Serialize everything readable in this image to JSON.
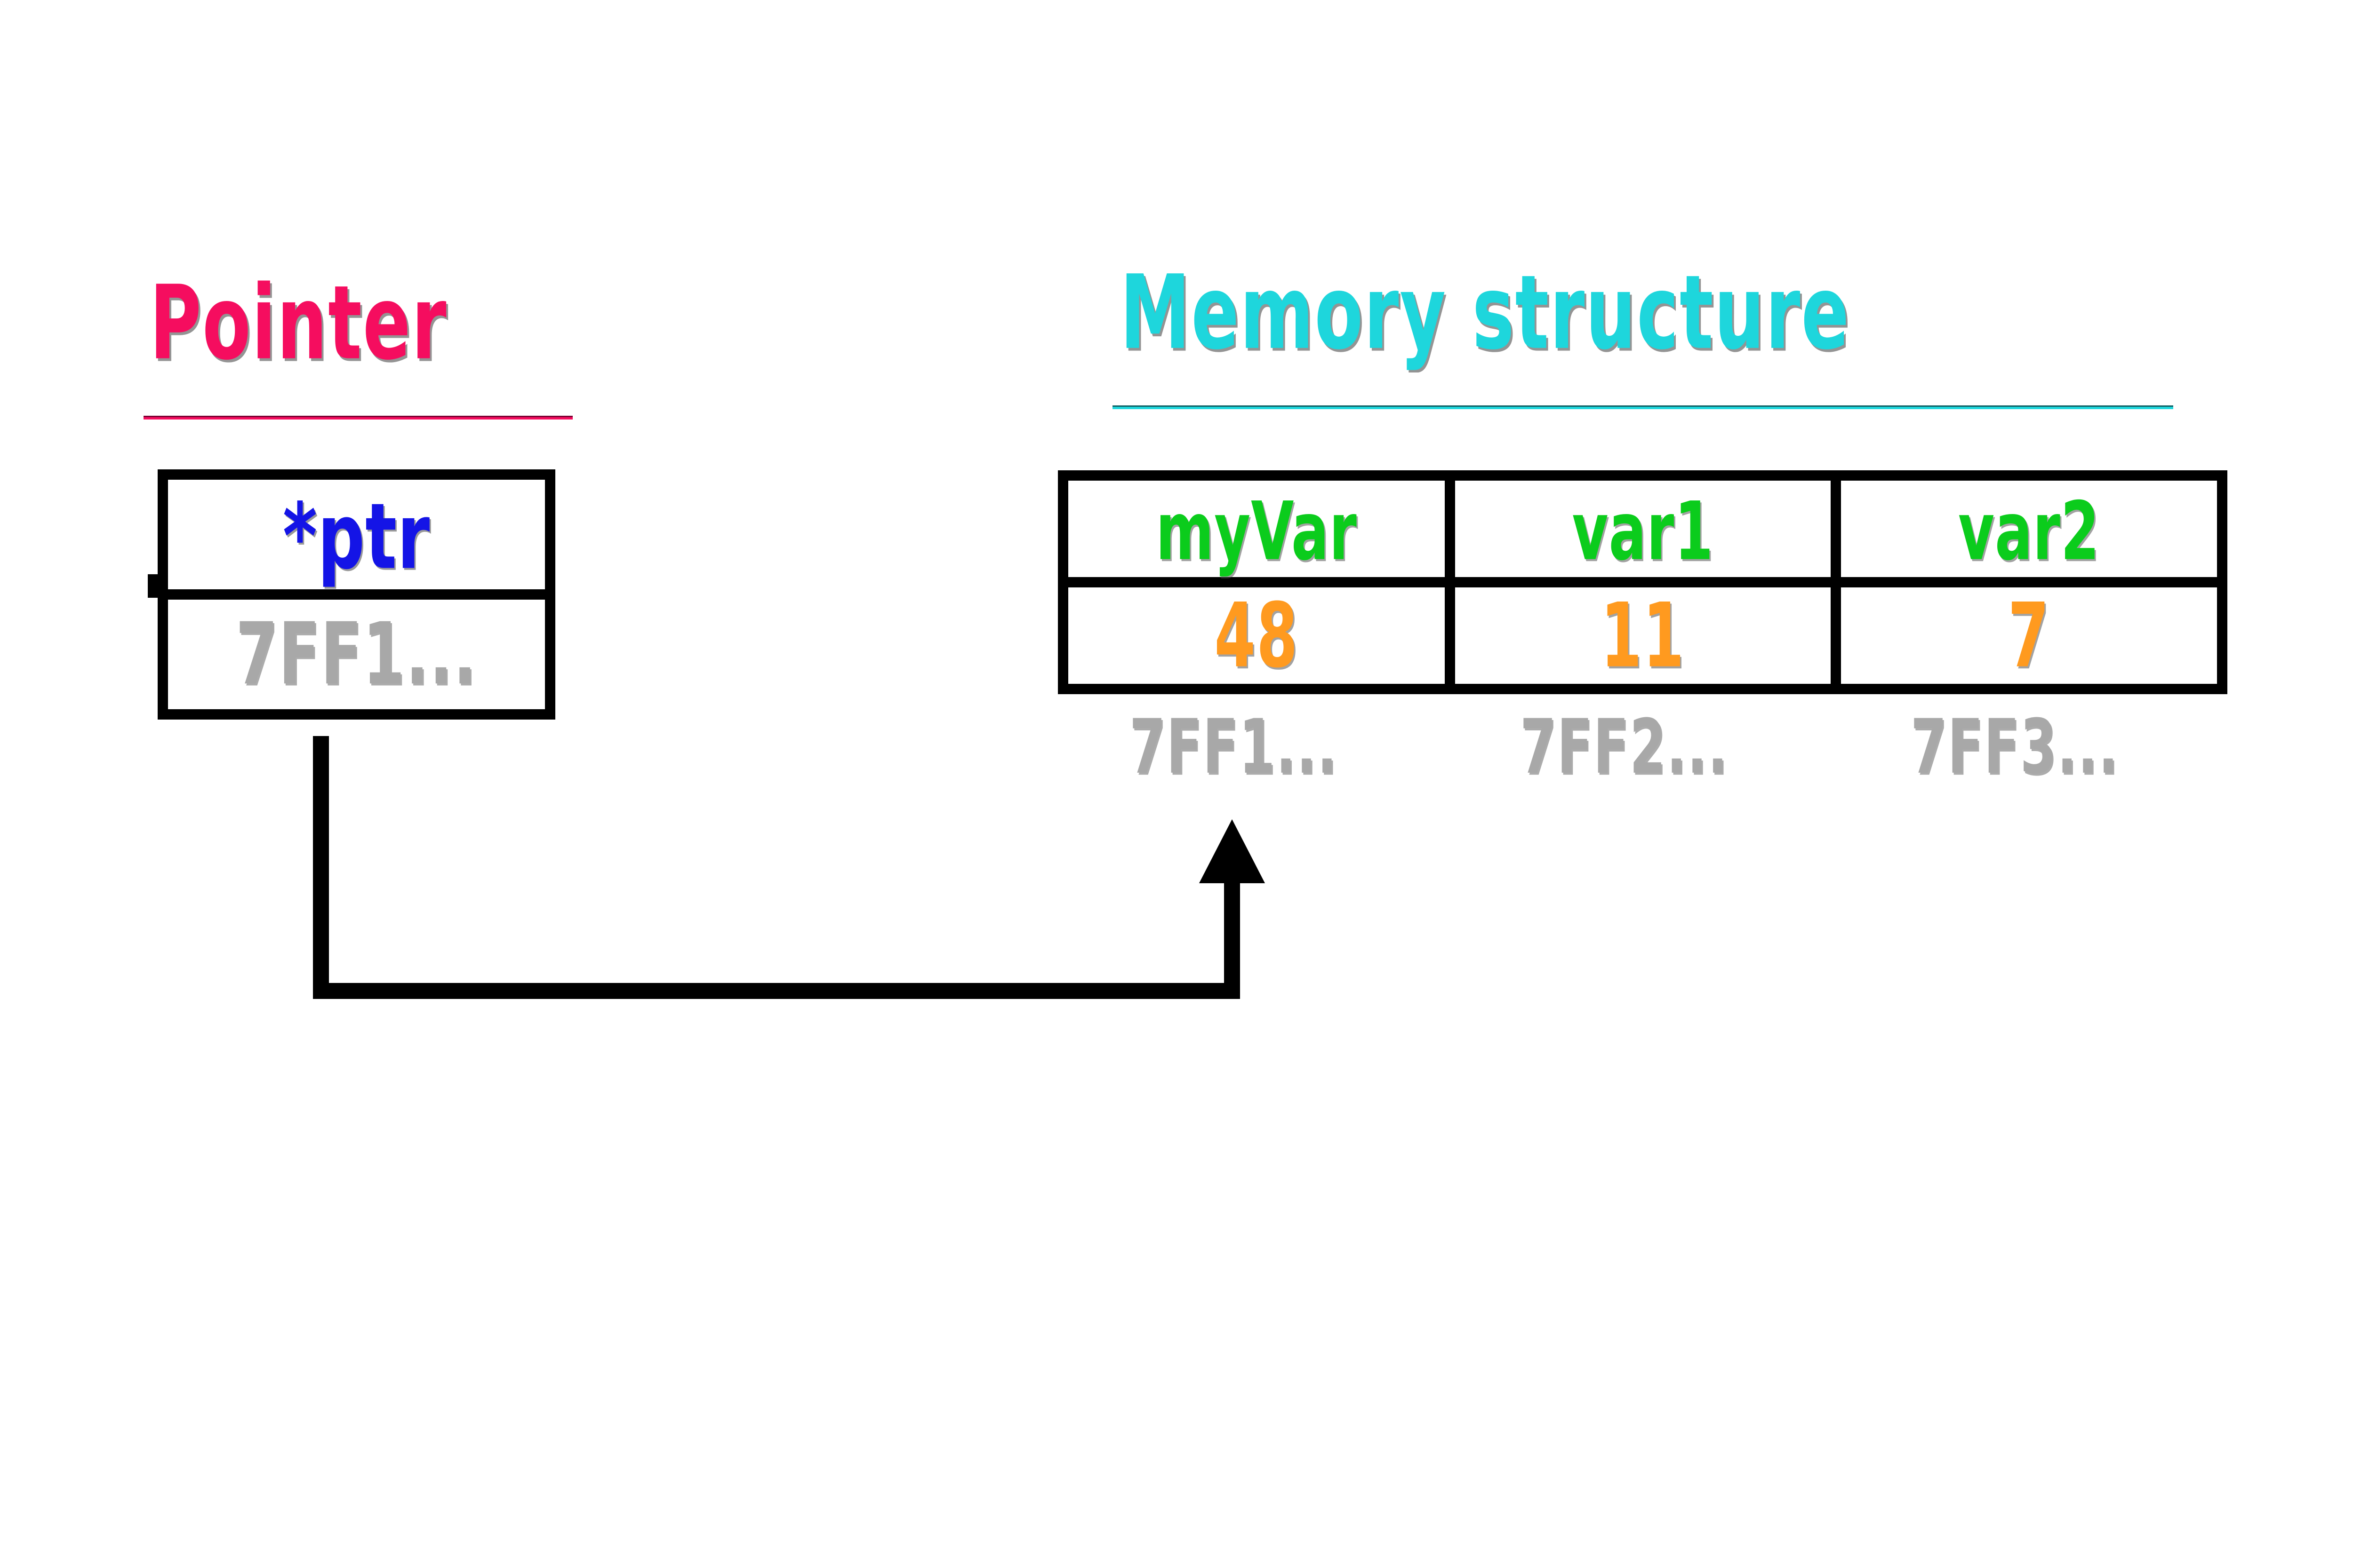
{
  "diagram": {
    "background_color": "#ffffff",
    "stroke_color": "#000000"
  },
  "pointer_section": {
    "title": "Pointer",
    "title_color": "#F50D5F",
    "box": {
      "name_label": "*ptr",
      "name_color": "#1414E6",
      "address_value": "7FF1...",
      "address_color": "#A8A8A8"
    }
  },
  "memory_section": {
    "title": "Memory structure",
    "title_color": "#1ED6DC",
    "name_color": "#0BCC1C",
    "value_color": "#FF9A1F",
    "address_color": "#A8A8A8",
    "columns": [
      {
        "name": "myVar",
        "value": "48",
        "address": "7FF1..."
      },
      {
        "name": "var1",
        "value": "11",
        "address": "7FF2..."
      },
      {
        "name": "var2",
        "value": "7",
        "address": "7FF3..."
      }
    ]
  },
  "arrow": {
    "name": "pointer-to-myvar-arrow",
    "from": "pointer address cell (7FF1...)",
    "to": "myVar memory slot at 7FF1...",
    "color": "#000000"
  }
}
